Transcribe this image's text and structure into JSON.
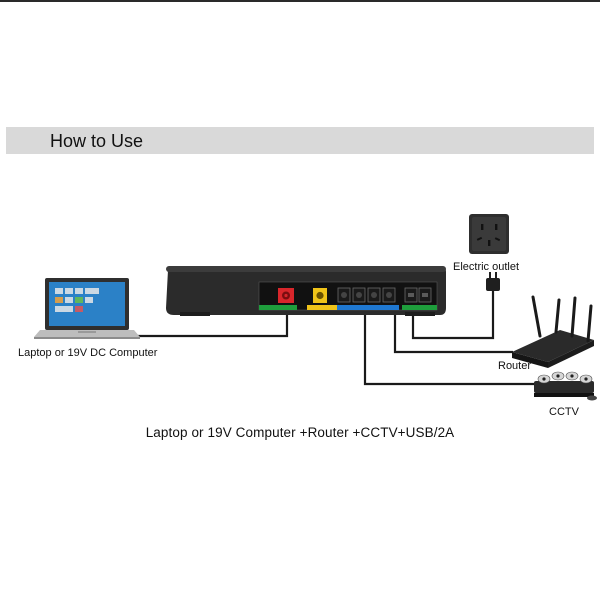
{
  "header": {
    "title": "How to Use"
  },
  "labels": {
    "laptop": "Laptop or 19V DC Computer",
    "outlet": "Electric outlet",
    "router": "Router",
    "cctv": "CCTV"
  },
  "caption": "Laptop or 19V Computer +Router +CCTV+USB/2A",
  "colors": {
    "header_band": "#d9d9d9",
    "device_body": "#2b2b2b",
    "port_red": "#d8262b",
    "port_yellow": "#f0c419",
    "strip_green": "#1e9e3c",
    "strip_blue": "#1f78d1",
    "cable": "#1a1a1a"
  }
}
